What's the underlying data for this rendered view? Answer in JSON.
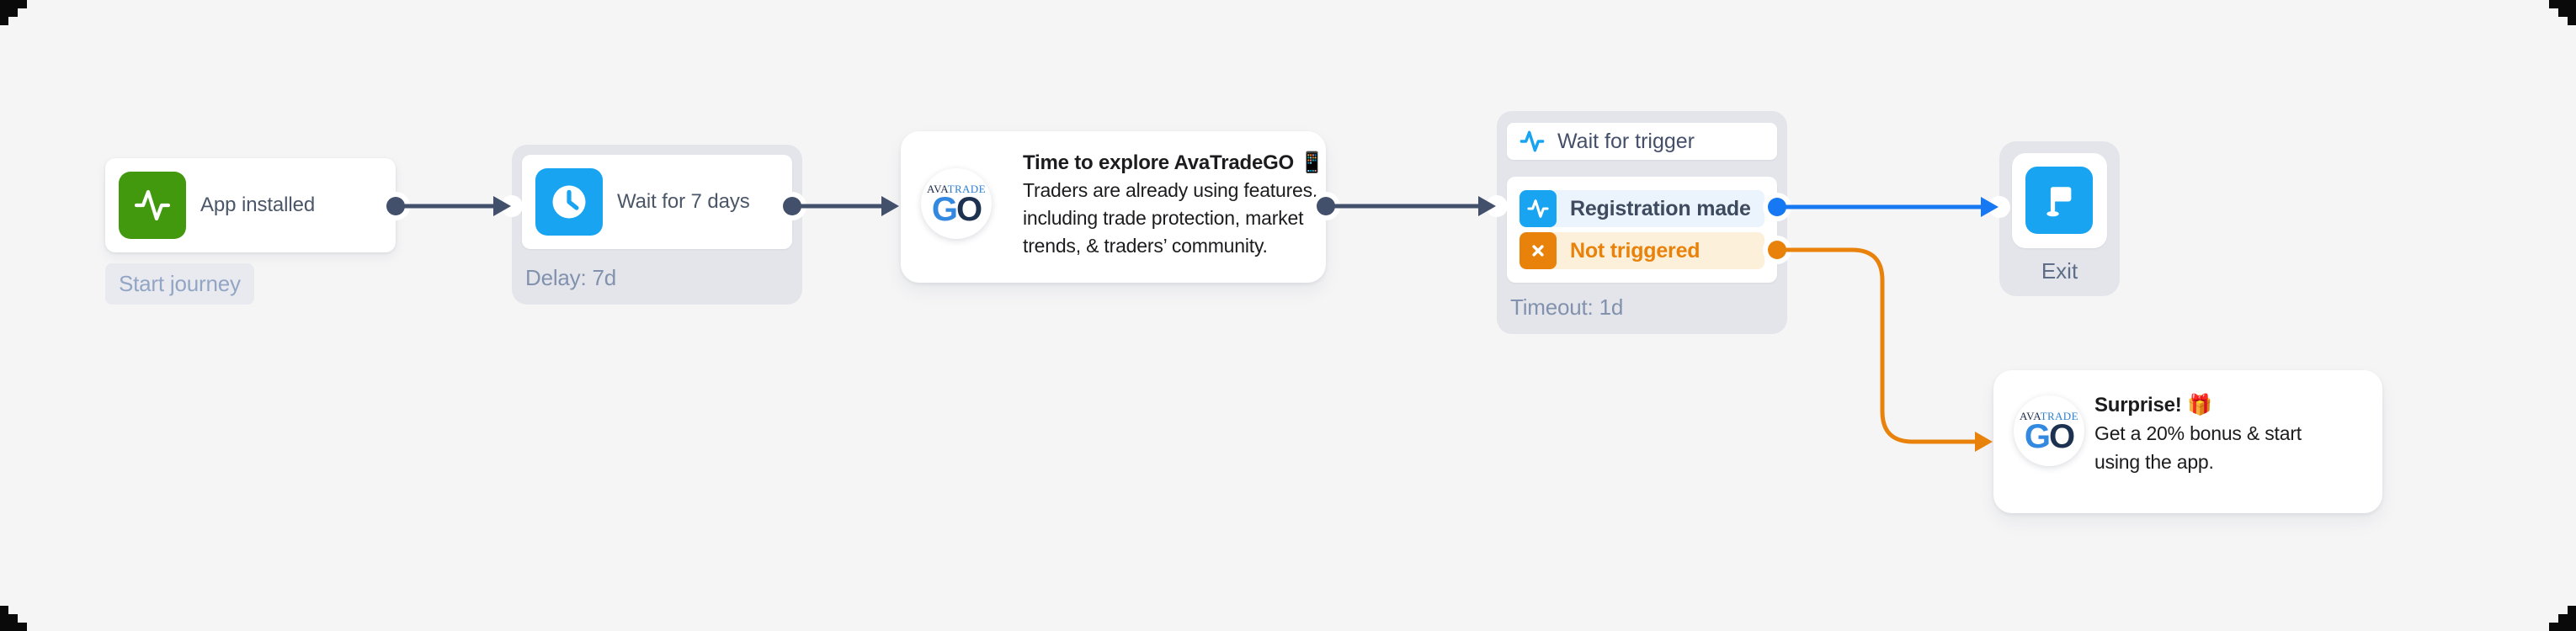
{
  "flow": {
    "start_node": {
      "label": "App installed",
      "badge": "Start journey"
    },
    "delay_node": {
      "label": "Wait for 7 days",
      "meta": "Delay: 7d"
    },
    "message_node_1": {
      "title": "Time to explore AvaTradeGO 📱",
      "body_lines": [
        "Traders are already using features,",
        "including trade protection, market",
        "trends, & traders’ community."
      ]
    },
    "trigger_node": {
      "title": "Wait for trigger",
      "branch_success": "Registration made",
      "branch_timeout": "Not triggered",
      "meta": "Timeout: 1d"
    },
    "exit_node": {
      "label": "Exit"
    },
    "message_node_2": {
      "title": "Surprise! 🎁",
      "body_lines": [
        "Get a 20% bonus & start",
        "using the app."
      ]
    }
  },
  "logo": {
    "ava": "AVA",
    "trade": "TRADE",
    "go_g": "G",
    "go_o": "O"
  },
  "colors": {
    "canvas_bg": "#f5f5f6",
    "node_outer_gray": "#e3e5ea",
    "green_trigger": "#43990d",
    "icon_blue": "#18a4f1",
    "link_blue": "#1678f2",
    "warning_orange": "#e8820b",
    "connector_dark": "#42506b",
    "row_blue_bg": "#ebf3fd",
    "row_orange_bg": "#fdf0da",
    "muted_label": "#8292ae",
    "badge_text": "#93a5c4"
  }
}
